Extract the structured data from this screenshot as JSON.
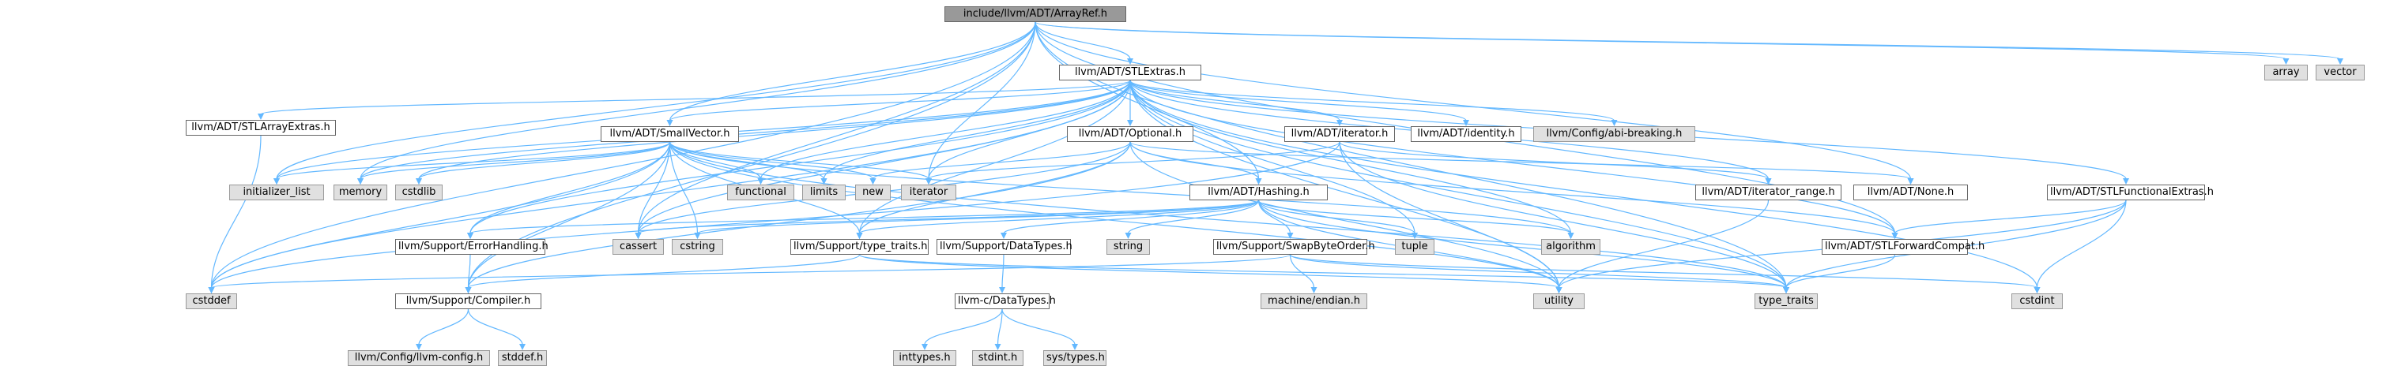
{
  "diagram": {
    "type": "include-dependency-graph",
    "root": "include/llvm/ADT/ArrayRef.h",
    "colors": {
      "edge": "#63b8ff",
      "root_fill": "#999999",
      "system_fill": "#e0e0e0",
      "header_fill": "#ffffff",
      "border": "#666666"
    },
    "nodes": {
      "root": "include/llvm/ADT/ArrayRef.h",
      "stlextras": "llvm/ADT/STLExtras.h",
      "array": "array",
      "vector": "vector",
      "stlarrayextras": "llvm/ADT/STLArrayExtras.h",
      "smallvector": "llvm/ADT/SmallVector.h",
      "optional": "llvm/ADT/Optional.h",
      "iteratorh": "llvm/ADT/iterator.h",
      "identity": "llvm/ADT/identity.h",
      "abibreaking": "llvm/Config/abi-breaking.h",
      "initializer_list": "initializer_list",
      "memory": "memory",
      "cstdlib": "cstdlib",
      "functional": "functional",
      "limits": "limits",
      "new": "new",
      "iterator": "iterator",
      "hashing": "llvm/ADT/Hashing.h",
      "iterator_range": "llvm/ADT/iterator_range.h",
      "none": "llvm/ADT/None.h",
      "stlfunctionalextras": "llvm/ADT/STLFunctionalExtras.h",
      "errorhandling": "llvm/Support/ErrorHandling.h",
      "cassert": "cassert",
      "cstring": "cstring",
      "type_traits_h": "llvm/Support/type_traits.h",
      "datatypes": "llvm/Support/DataTypes.h",
      "string": "string",
      "swapbyteorder": "llvm/Support/SwapByteOrder.h",
      "tuple": "tuple",
      "algorithm": "algorithm",
      "stlforwardcompat": "llvm/ADT/STLForwardCompat.h",
      "cstddef": "cstddef",
      "compiler": "llvm/Support/Compiler.h",
      "utility": "utility",
      "type_traits": "type_traits",
      "cstdint": "cstdint",
      "c_datatypes": "llvm-c/DataTypes.h",
      "machine_endian": "machine/endian.h",
      "llvm_config": "llvm/Config/llvm-config.h",
      "stddef": "stddef.h",
      "inttypes": "inttypes.h",
      "stdint": "stdint.h",
      "systypes": "sys/types.h"
    }
  }
}
